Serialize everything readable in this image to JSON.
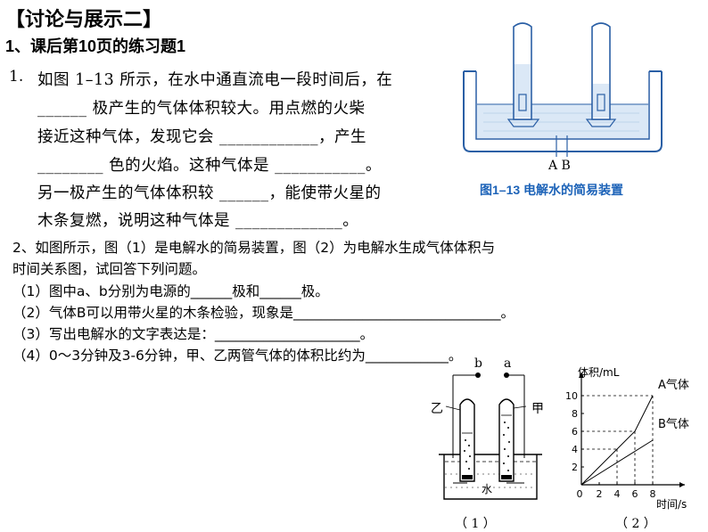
{
  "title": "【讨论与展示二】",
  "subtitle": "1、课后第10页的练习题1",
  "problem1": {
    "number": "1.",
    "lines": [
      "如图 1–13 所示，在水中通直流电一段时间后，在",
      "______ 极产生的气体体积较大。用点燃的火柴",
      "接近这种气体，发现它会 ____________，产生",
      "________ 色的火焰。这种气体是 ___________。",
      "另一极产生的气体体积较 ______，能使带火星的",
      "木条复燃，说明这种气体是 _____________。"
    ],
    "figure_electrodes": "A B",
    "figure_caption": "图1–13   电解水的简易装置"
  },
  "problem2": {
    "lines": [
      "2、如图所示，图（1）是电解水的简易装置，图（2）为电解水生成气体体积与",
      "时间关系图，试回答下列问题。",
      "（1）图中a、b分别为电源的______极和______极。",
      "（2）气体B可以用带火星的木条检验，现象是______________________________。",
      "（3）写出电解水的文字表达是：_____________________。",
      "（4）0～3分钟及3-6分钟，甲、乙两管气体的体积比约为____________。"
    ]
  },
  "apparatus": {
    "label_b": "b",
    "label_a": "a",
    "label_yi": "乙",
    "label_jia": "甲",
    "label_water": "水",
    "caption": "（ 1 ）"
  },
  "chart_caption": "（ 2 ）",
  "chart_data": {
    "type": "line",
    "ylabel": "体积/mL",
    "xlabel": "时间/s",
    "x_ticks": [
      0,
      2,
      4,
      6,
      8
    ],
    "y_ticks": [
      2,
      4,
      6,
      8,
      10
    ],
    "xlim": [
      0,
      8
    ],
    "ylim": [
      0,
      10
    ],
    "series": [
      {
        "name": "A气体",
        "points": [
          [
            0,
            0
          ],
          [
            6,
            6
          ],
          [
            8,
            10
          ]
        ]
      },
      {
        "name": "B气体",
        "points": [
          [
            0,
            0
          ],
          [
            8,
            5
          ]
        ]
      }
    ],
    "guides": [
      {
        "x": 4,
        "y": 4
      },
      {
        "x": 6,
        "y": 6
      },
      {
        "x": 8,
        "y": 10
      }
    ]
  }
}
